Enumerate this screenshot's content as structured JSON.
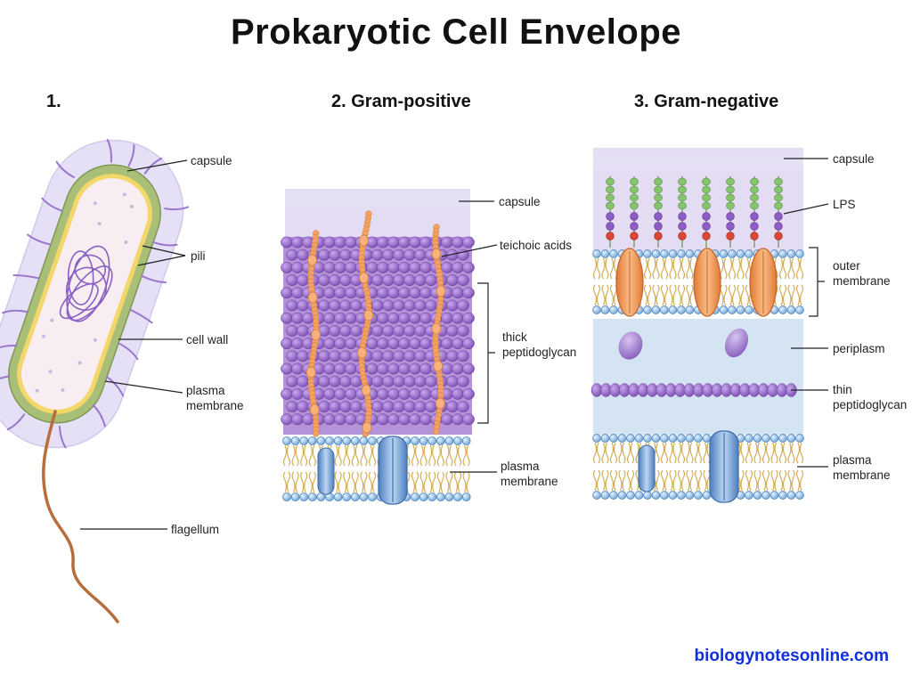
{
  "title": "Prokaryotic Cell Envelope",
  "panels": [
    {
      "heading": "1.",
      "labels": [
        "capsule",
        "pili",
        "cell wall",
        "plasma\nmembrane",
        "flagellum"
      ]
    },
    {
      "heading": "2. Gram-positive",
      "labels": [
        "capsule",
        "teichoic acids",
        "thick\npeptidoglycan",
        "plasma\nmembrane"
      ]
    },
    {
      "heading": "3. Gram-negative",
      "labels": [
        "capsule",
        "LPS",
        "outer\nmembrane",
        "periplasm",
        "thin\npeptidoglycan",
        "plasma\nmembrane"
      ]
    }
  ],
  "credit": "biologynotesonline.com",
  "colors": {
    "capsule": "#e3dcf3",
    "peptidoglycan": "#9a6cc8",
    "teichoic": "#f0a060",
    "membrane_head": "#8fc0e8",
    "membrane_tail": "#d8b45a",
    "periplasm": "#d4e4f2",
    "protein_blue": "#6f9fd6",
    "porin": "#ef9a52",
    "lps_green": "#7cbf6a",
    "lps_red": "#d8463a",
    "credit": "#1030d8"
  }
}
